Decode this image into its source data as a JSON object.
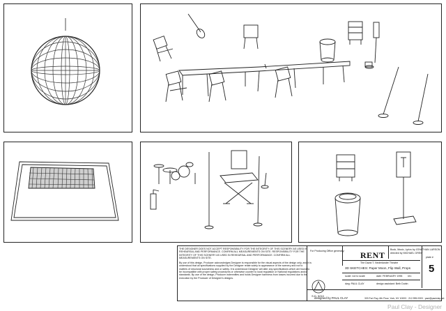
{
  "watermark": "Paul Clay - Designer",
  "title_block": {
    "disclaimer_1": "THE DESIGNER DOES NOT ACCEPT RESPONSIBILITY FOR THE INTEGRITY OF THIS SCENERY AS USED IN REHEARSAL AND PERFORMANCE. CONFIRM ALL MEASUREMENTS ON SITE. RESPONSIBILITY FOR THE INTEGRITY OF THIS SCENERY AS USED IN REHEARSAL AND PERFORMANCE. CONFIRM ALL MEASUREMENTS ON SITE.",
    "disclaimer_2": "By use of this design, Producer acknowledges Designer is responsible for the visual aspects of the design only, and it is understood that all specifications supplied by the Designer relate solely to appearance of the scenery and not to matters of structural soundness and or safety. It is understood Designer will alter any specifications which are found to be incompatible with proper safety procedures or otherwise counter to local regulation or National regulations and/or standards. By use of the design, Producer indemnifies and holds Designer harmless from losses incurred due to the execution by the Producer of Designer's designs.",
    "sd_number": "S.D. 5210",
    "producer_label": "For Producing Office generally:",
    "show_title": "RENT",
    "credits": "Book, Music, Lyrics by JONATHAN LARSON",
    "director": "directed by MICHAEL GREIF",
    "theatre": "The David T. Nederlander Theatre",
    "drawing_title": "3D SKETCHES: Paper Moon, Flip Wall, Props",
    "scale": "scale: not to scale",
    "date": "date: FEBRUARY 1996",
    "rev_label": "rev:",
    "drawn_by": "dwg: PAUL CLAY",
    "design_assist": "design assistant: Beth Dubin",
    "plate_label": "plate #",
    "plate_number": "5",
    "designed_by": "designed by PAUL CLAY",
    "address": "333 Fort Fwy, 6th Floor, York, NY 10003 · 212.995.0303 · paul@paulclay.net"
  }
}
